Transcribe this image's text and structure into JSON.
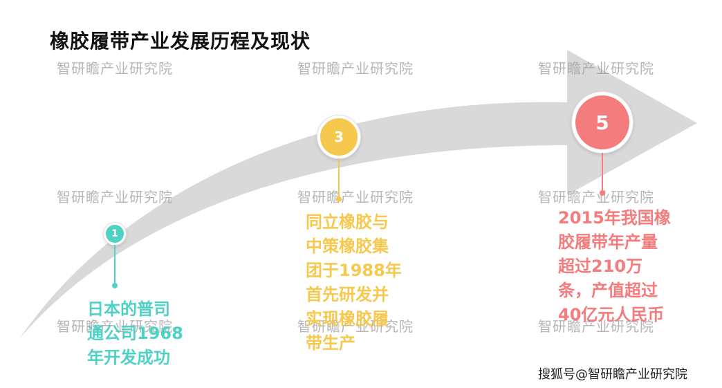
{
  "title": "橡胶履带产业发展历程及现状",
  "watermark": "智研瞻产业研究院",
  "colors": {
    "teal": "#4fd1c5",
    "yellow": "#f6c94e",
    "red": "#f47c7c",
    "arrow": "#d9d9d9"
  },
  "milestones": [
    {
      "number": "1",
      "lines": [
        "日本的普司",
        "通公司1968",
        "年开发成功"
      ]
    },
    {
      "number": "3",
      "lines": [
        "同立橡胶与",
        "中策橡胶集",
        "团于1988年",
        "首先研发并",
        "实现橡胶履",
        "带生产"
      ]
    },
    {
      "number": "5",
      "lines": [
        "2015年我国橡",
        "胶履带年产量",
        "超过210万",
        "条，产值超过",
        "40亿元人民币"
      ]
    }
  ],
  "source": "搜狐号@智研瞻产业研究院"
}
